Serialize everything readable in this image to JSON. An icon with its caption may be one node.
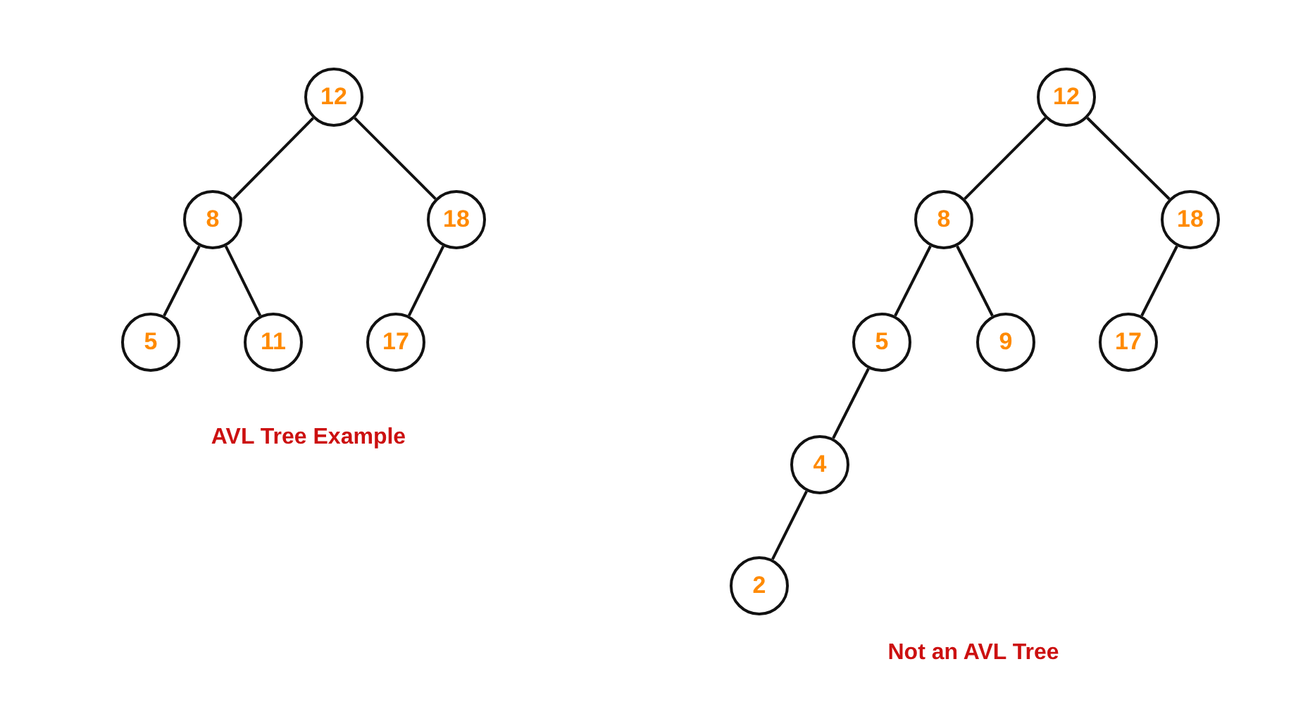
{
  "diagram": {
    "nodes": [
      {
        "text": [
          "12"
        ]
      },
      {
        "text": [
          "8"
        ]
      },
      {
        "text": [
          "18"
        ]
      },
      {
        "text": [
          "5"
        ]
      },
      {
        "text": [
          "11"
        ]
      },
      {
        "text": [
          "17"
        ]
      },
      {
        "text": [
          "12"
        ]
      },
      {
        "text": [
          "8"
        ]
      },
      {
        "text": [
          "18"
        ]
      },
      {
        "text": [
          "5"
        ]
      },
      {
        "text": [
          "9"
        ]
      },
      {
        "text": [
          "17"
        ]
      },
      {
        "text": [
          "4"
        ]
      },
      {
        "text": [
          "2"
        ]
      }
    ],
    "edges": [
      {
        "from": 0,
        "to": 1,
        "arrow": "none"
      },
      {
        "from": 0,
        "to": 2,
        "arrow": "none"
      },
      {
        "from": 1,
        "to": 3,
        "arrow": "none"
      },
      {
        "from": 1,
        "to": 4,
        "arrow": "none"
      },
      {
        "from": 2,
        "to": 5,
        "arrow": "none"
      },
      {
        "from": 6,
        "to": 7,
        "arrow": "none"
      },
      {
        "from": 6,
        "to": 8,
        "arrow": "none"
      },
      {
        "from": 7,
        "to": 9,
        "arrow": "none"
      },
      {
        "from": 7,
        "to": 10,
        "arrow": "none"
      },
      {
        "from": 8,
        "to": 11,
        "arrow": "none"
      },
      {
        "from": 9,
        "to": 12,
        "arrow": "none"
      },
      {
        "from": 12,
        "to": 13,
        "arrow": "none"
      }
    ],
    "labels": [
      "AVL Tree Example",
      "Not an AVL Tree"
    ]
  }
}
